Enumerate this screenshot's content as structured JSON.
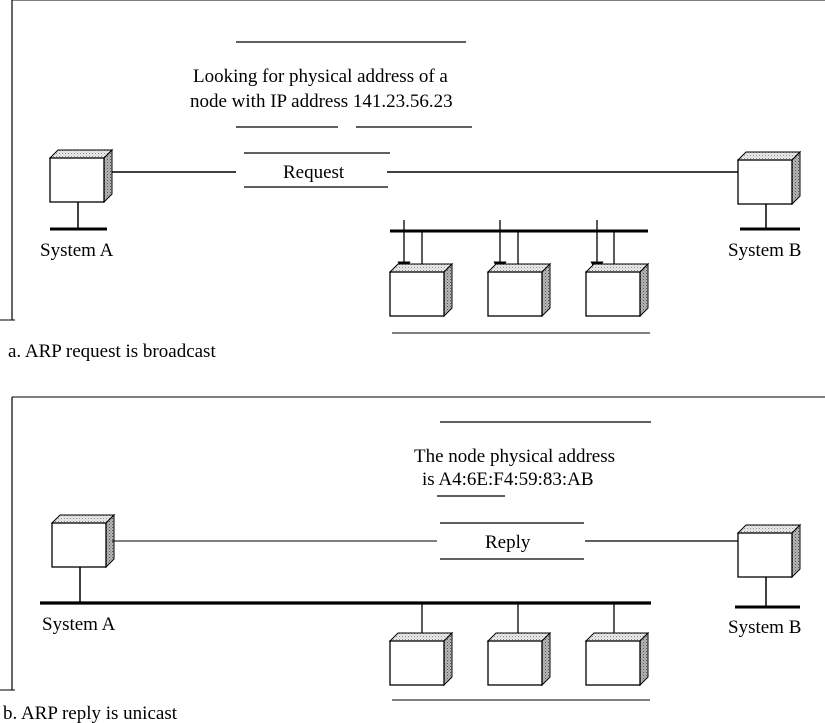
{
  "panel_a": {
    "message_line1": "Looking for physical address of a",
    "message_line2": "node with IP address 141.23.56.23",
    "packet_label": "Request",
    "system_a": "System A",
    "system_b": "System B",
    "caption": "a. ARP request is broadcast"
  },
  "panel_b": {
    "message_line1": "The node physical address",
    "message_line2": "is A4:6E:F4:59:83:AB",
    "packet_label": "Reply",
    "system_a": "System A",
    "system_b": "System B",
    "caption": "b. ARP reply is unicast"
  },
  "colors": {
    "box_fill": "#e6e6e6",
    "box_shade": "#9a9a9a",
    "line": "#000000"
  },
  "icons": {
    "computer": "computer-box-icon",
    "arrow": "arrow-down-icon"
  }
}
